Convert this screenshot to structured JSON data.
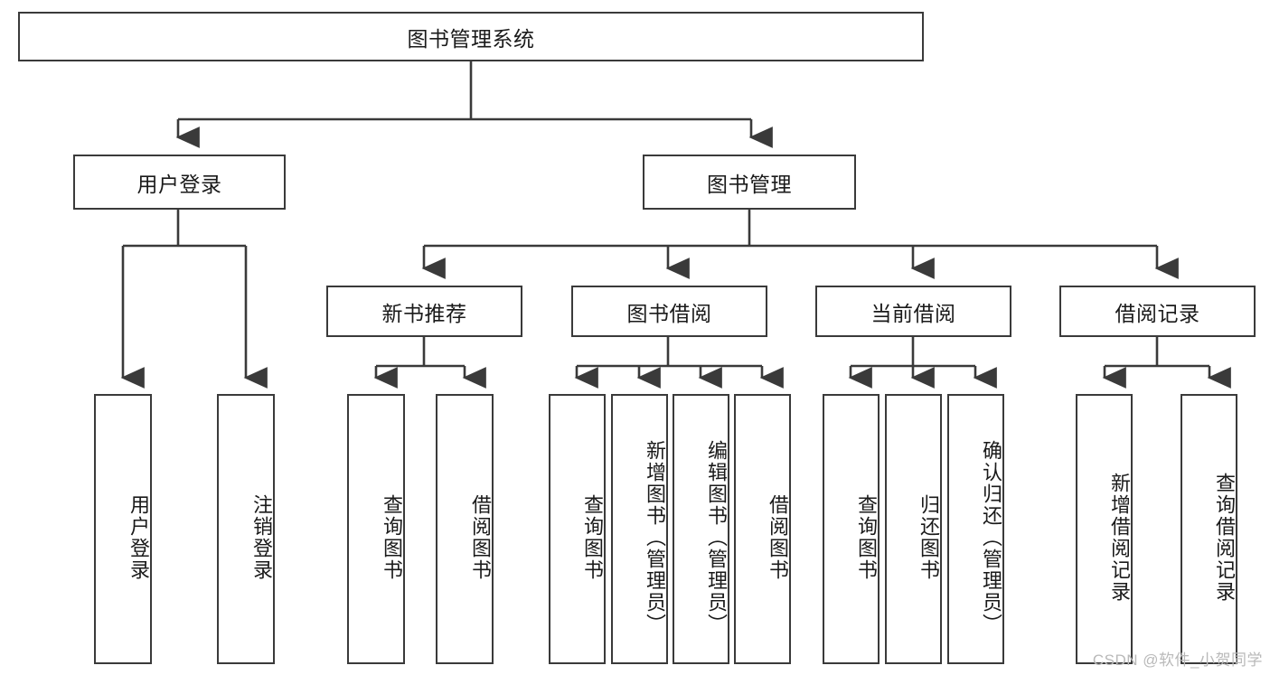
{
  "diagram": {
    "title": "图书管理系统",
    "type": "tree-hierarchy",
    "root": {
      "label": "图书管理系统"
    },
    "level2": [
      {
        "label": "用户登录"
      },
      {
        "label": "图书管理"
      }
    ],
    "level3": [
      {
        "label": "新书推荐"
      },
      {
        "label": "图书借阅"
      },
      {
        "label": "当前借阅"
      },
      {
        "label": "借阅记录"
      }
    ],
    "leaves": {
      "user_login": [
        {
          "label": "用户登录"
        },
        {
          "label": "注销登录"
        }
      ],
      "new_book_recommend": [
        {
          "label": "查询图书"
        },
        {
          "label": "借阅图书"
        }
      ],
      "book_borrow": [
        {
          "label": "查询图书"
        },
        {
          "label": "新增图书（管理员）"
        },
        {
          "label": "编辑图书（管理员）"
        },
        {
          "label": "借阅图书"
        }
      ],
      "current_borrow": [
        {
          "label": "查询图书"
        },
        {
          "label": "归还图书"
        },
        {
          "label": "确认归还（管理员）"
        }
      ],
      "borrow_record": [
        {
          "label": "新增借阅记录"
        },
        {
          "label": "查询借阅记录"
        }
      ]
    }
  },
  "watermark": {
    "text": "CSDN @软件_小贺同学"
  },
  "colors": {
    "stroke": "#3a3a3a",
    "fill": "#ffffff",
    "text": "#1a1a1a",
    "watermark": "#b9b9b9"
  }
}
